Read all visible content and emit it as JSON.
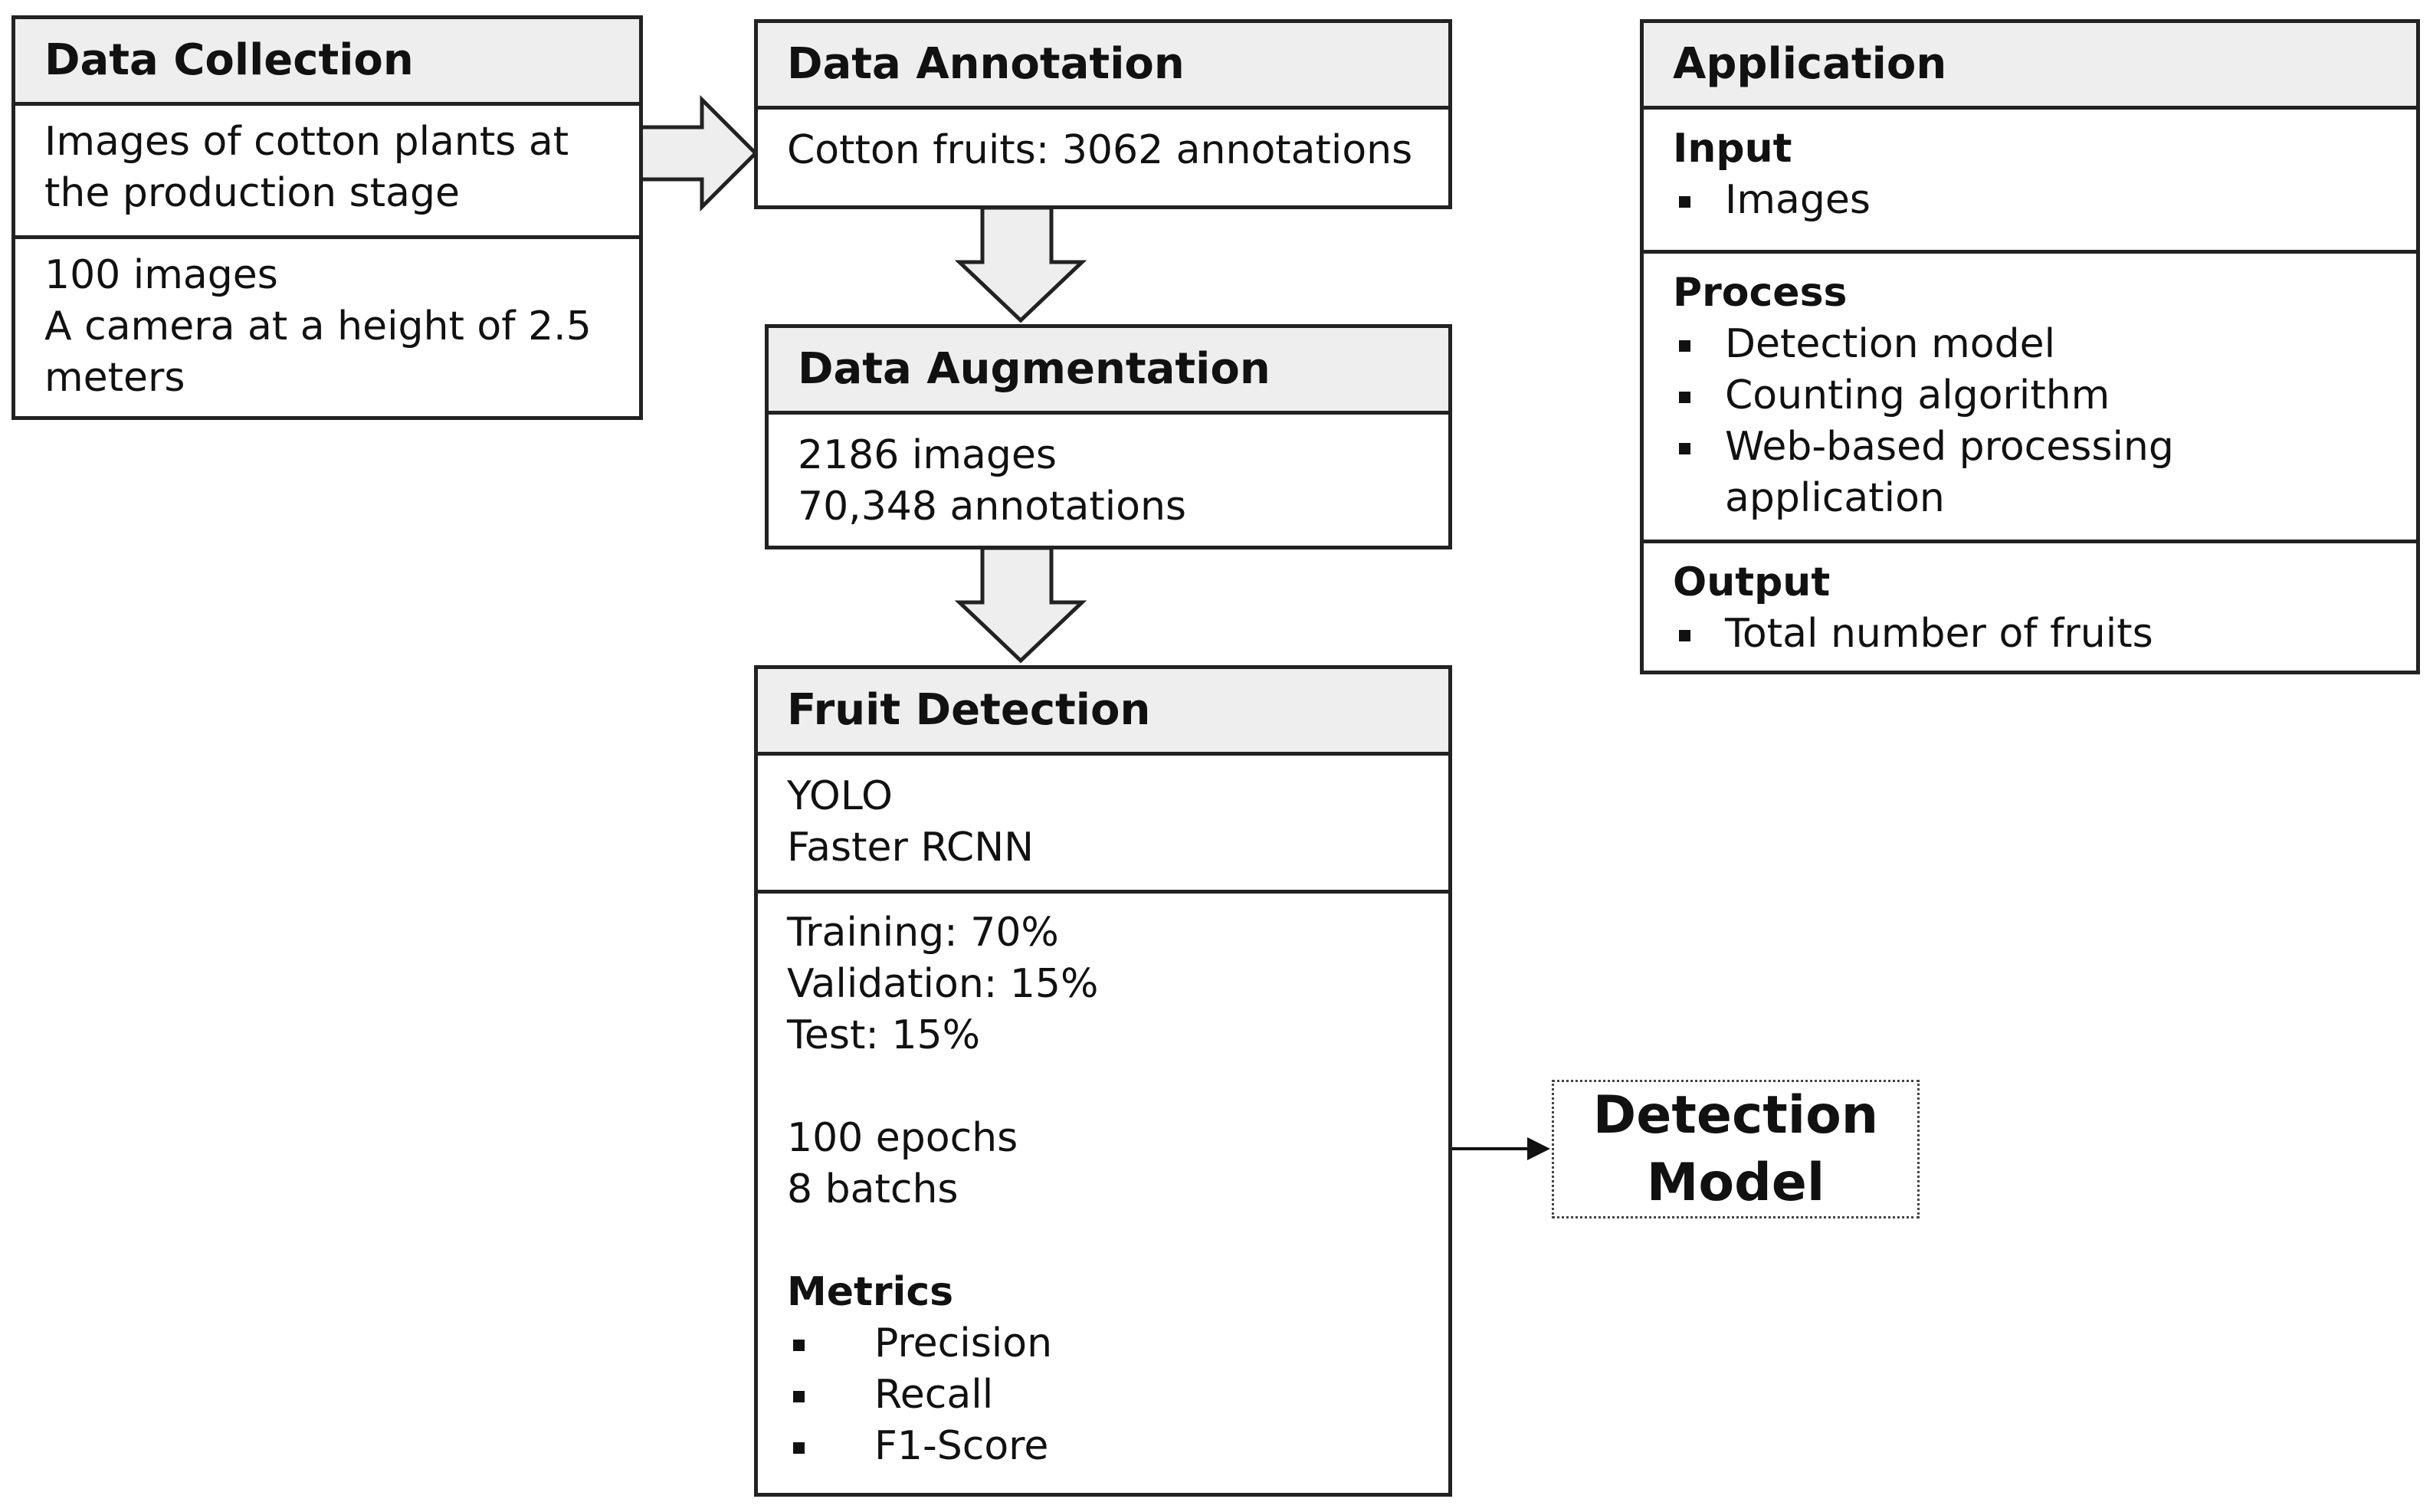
{
  "data_collection": {
    "title": "Data Collection",
    "desc_lines": [
      "Images of cotton plants at",
      "the production stage"
    ],
    "info_lines": [
      "100 images",
      "A camera at a height of 2.5",
      "meters"
    ]
  },
  "data_annotation": {
    "title": "Data Annotation",
    "line": "Cotton fruits: 3062 annotations"
  },
  "data_augmentation": {
    "title": "Data Augmentation",
    "lines": [
      "2186 images",
      "70,348 annotations"
    ]
  },
  "fruit_detection": {
    "title": "Fruit Detection",
    "models": [
      "YOLO",
      "Faster RCNN"
    ],
    "split": [
      "Training: 70%",
      "Validation: 15%",
      "Test: 15%"
    ],
    "training": [
      "100 epochs",
      "8 batchs"
    ],
    "metrics_label": "Metrics",
    "metrics": [
      "Precision",
      "Recall",
      "F1-Score"
    ]
  },
  "detection_model": {
    "lines": [
      "Detection",
      "Model"
    ]
  },
  "application": {
    "title": "Application",
    "input": {
      "label": "Input",
      "items": [
        "Images"
      ]
    },
    "process": {
      "label": "Process",
      "items": [
        "Detection model",
        "Counting algorithm",
        "Web-based processing"
      ],
      "continuation": "application"
    },
    "output": {
      "label": "Output",
      "items": [
        "Total number of fruits"
      ]
    }
  }
}
